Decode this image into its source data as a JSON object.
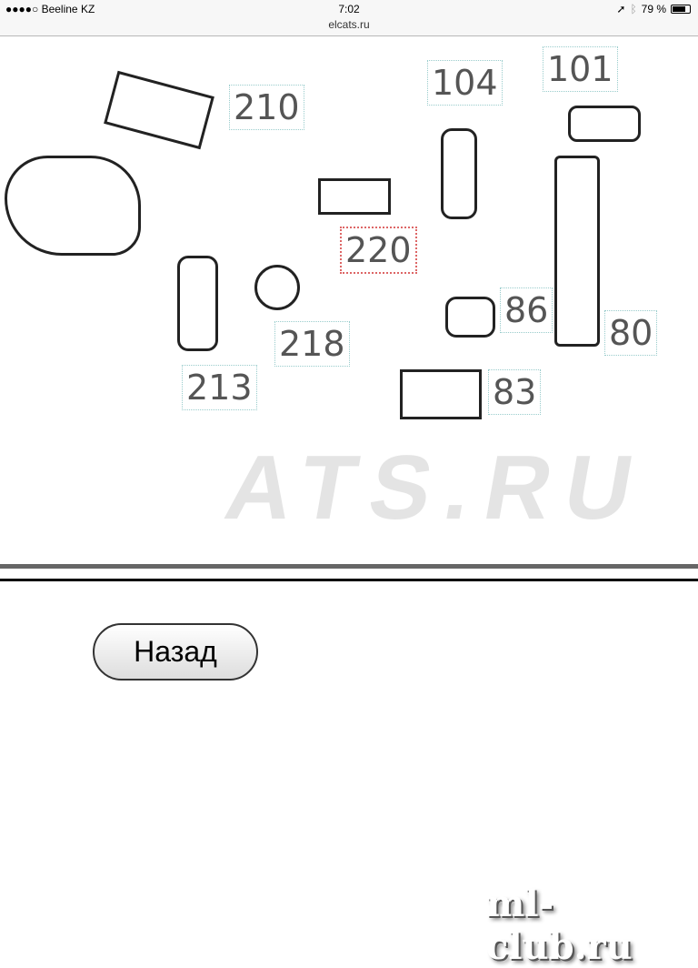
{
  "status_bar": {
    "carrier": "●●●●○ Beeline KZ",
    "wifi_icon": "wifi-icon",
    "time": "7:02",
    "url": "elcats.ru",
    "battery": "79 %",
    "battery_level": 0.79
  },
  "diagram": {
    "watermark": "ATS.RU",
    "labels": [
      "210",
      "104",
      "101",
      "220",
      "86",
      "80",
      "218",
      "213",
      "83"
    ],
    "selected": "220"
  },
  "back_button": "Назад",
  "footer_logo": "ml-club.ru"
}
